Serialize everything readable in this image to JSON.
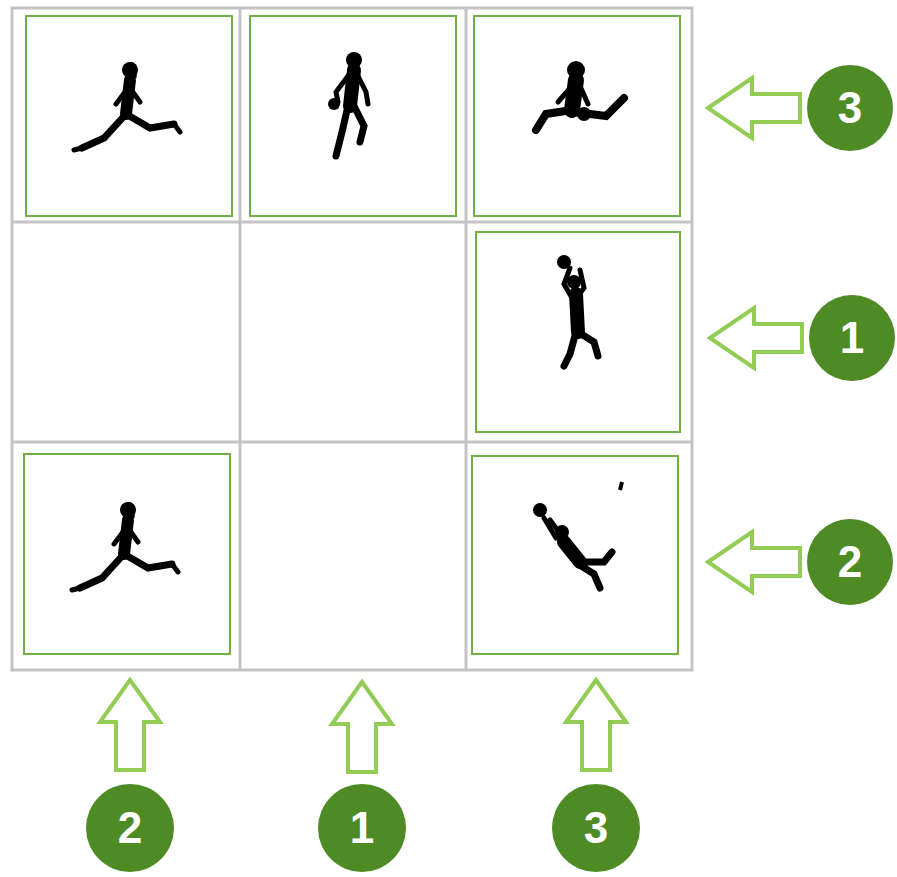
{
  "diagram": {
    "labels": [
      "3",
      "1",
      "2",
      "2",
      "1",
      "3"
    ]
  }
}
